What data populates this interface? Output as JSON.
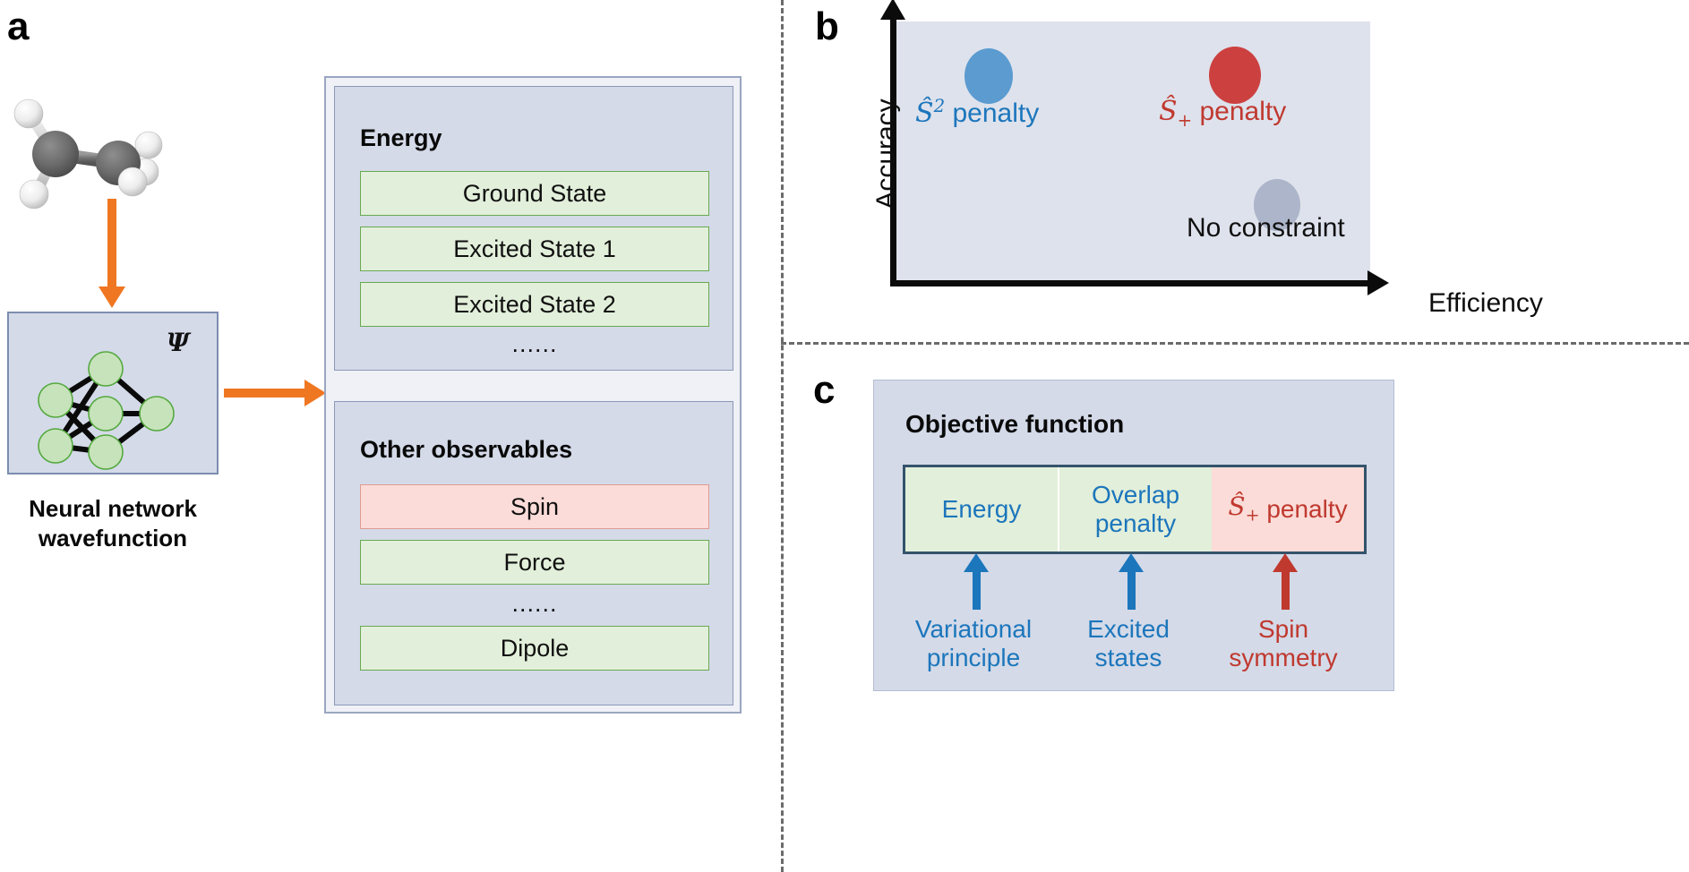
{
  "panels": {
    "a": {
      "letter": "a",
      "molecule": {
        "name": "ethylene-molecule",
        "atoms": [
          "C",
          "C",
          "H",
          "H",
          "H",
          "H"
        ]
      },
      "nn": {
        "psi_symbol": "Ψ",
        "caption_line1": "Neural network",
        "caption_line2": "wavefunction"
      },
      "blocks": [
        {
          "title": "Energy",
          "items": [
            {
              "label": "Ground State",
              "color": "green"
            },
            {
              "label": "Excited State 1",
              "color": "green"
            },
            {
              "label": "Excited State 2",
              "color": "green"
            }
          ],
          "ellipsis": "......"
        },
        {
          "title": "Other observables",
          "items": [
            {
              "label": "Spin",
              "color": "red"
            },
            {
              "label": "Force",
              "color": "green"
            }
          ],
          "ellipsis": "......",
          "items_after": [
            {
              "label": "Dipole",
              "color": "green"
            }
          ]
        }
      ]
    },
    "b": {
      "letter": "b",
      "ylabel": "Accuracy",
      "xlabel": "Efficiency",
      "points": [
        {
          "label_main": "penalty",
          "symbol": "S",
          "sup": "2",
          "sub": "",
          "color": "#5b9bd0",
          "text_color": "#1c76bc",
          "x_pct": 20,
          "y_pct": 13
        },
        {
          "label_main": "penalty",
          "symbol": "S",
          "sup": "",
          "sub": "+",
          "color": "#cc4040",
          "text_color": "#c0392f",
          "x_pct": 70,
          "y_pct": 13
        },
        {
          "label_main": "No constraint",
          "symbol": "",
          "sup": "",
          "sub": "",
          "color": "#acb5c9",
          "text_color": "#101010",
          "x_pct": 79,
          "y_pct": 58
        }
      ]
    },
    "c": {
      "letter": "c",
      "title": "Objective function",
      "terms": [
        {
          "label": "Energy",
          "color": "green"
        },
        {
          "label": "Overlap\npenalty",
          "color": "green"
        },
        {
          "label": "penalty",
          "symbol": "S",
          "sub": "+",
          "color": "red"
        }
      ],
      "captions": [
        {
          "line1": "Variational",
          "line2": "principle",
          "color": "blue"
        },
        {
          "line1": "Excited",
          "line2": "states",
          "color": "blue"
        },
        {
          "line1": "Spin",
          "line2": "symmetry",
          "color": "red"
        }
      ]
    }
  },
  "colors": {
    "orange_arrow": "#ef7722",
    "box_bg": "#d4dae8",
    "green_fill": "#e2efda",
    "green_border": "#68a951",
    "red_fill": "#fbdcd8",
    "red_border": "#e09a92",
    "blue_text": "#1c76bc",
    "red_text": "#c0392f",
    "plot_bg": "#dee2ec",
    "blue_dot": "#5b9bd0",
    "red_dot": "#cc4040",
    "gray_dot": "#acb5c9"
  }
}
